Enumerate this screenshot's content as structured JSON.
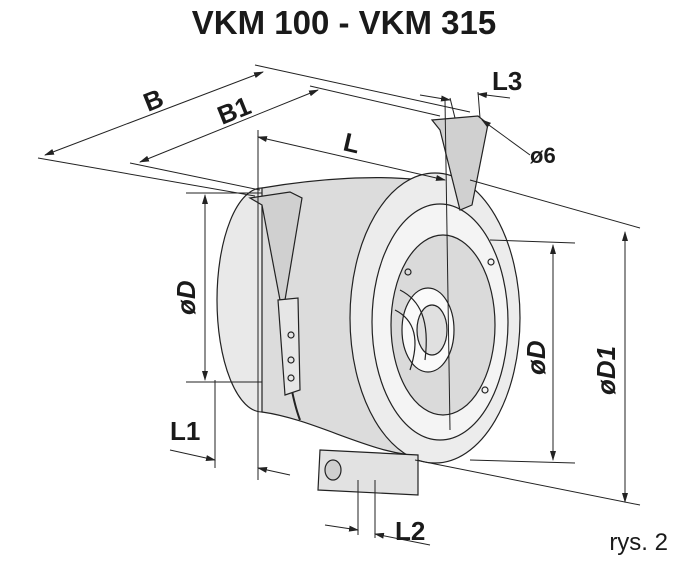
{
  "title": "VKM 100 - VKM 315",
  "labels": {
    "B": "B",
    "B1": "B1",
    "L": "L",
    "L3": "L3",
    "hole": "ø6",
    "D_left": "øD",
    "D_right": "øD",
    "D1": "øD1",
    "L1": "L1",
    "L2": "L2"
  },
  "figure_caption": "rys. 2"
}
